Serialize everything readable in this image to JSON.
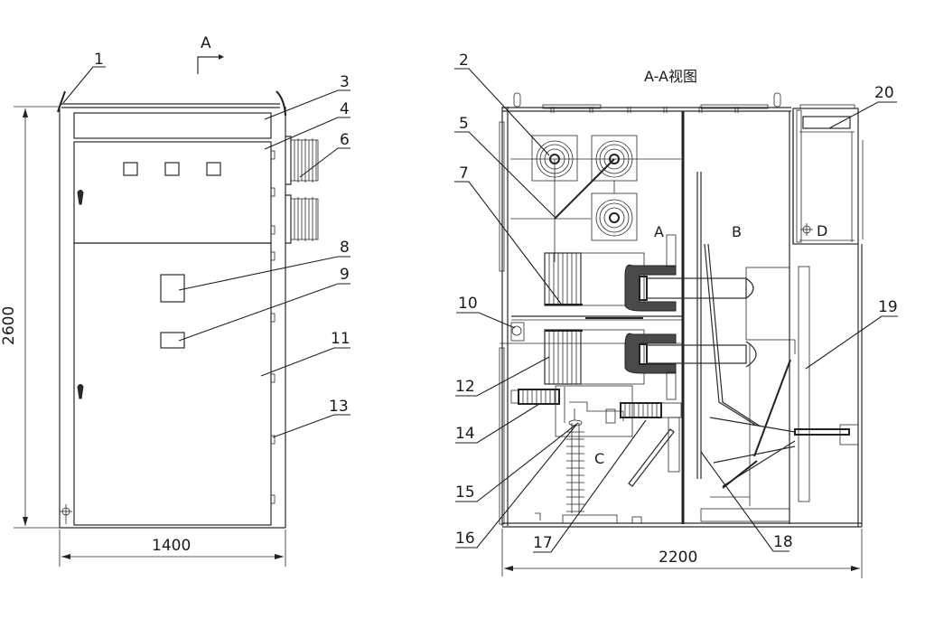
{
  "figure": {
    "front_view": {
      "section_marker": "A",
      "dimension_height": "2600",
      "dimension_width": "1400",
      "callouts": [
        "1",
        "3",
        "4",
        "6",
        "8",
        "9",
        "11",
        "13"
      ]
    },
    "section_view": {
      "title": "A-A视图",
      "dimension_width": "2200",
      "zones": [
        "A",
        "B",
        "C",
        "D"
      ],
      "callouts": [
        "2",
        "5",
        "7",
        "10",
        "12",
        "14",
        "15",
        "16",
        "17",
        "18",
        "19",
        "20"
      ]
    }
  }
}
